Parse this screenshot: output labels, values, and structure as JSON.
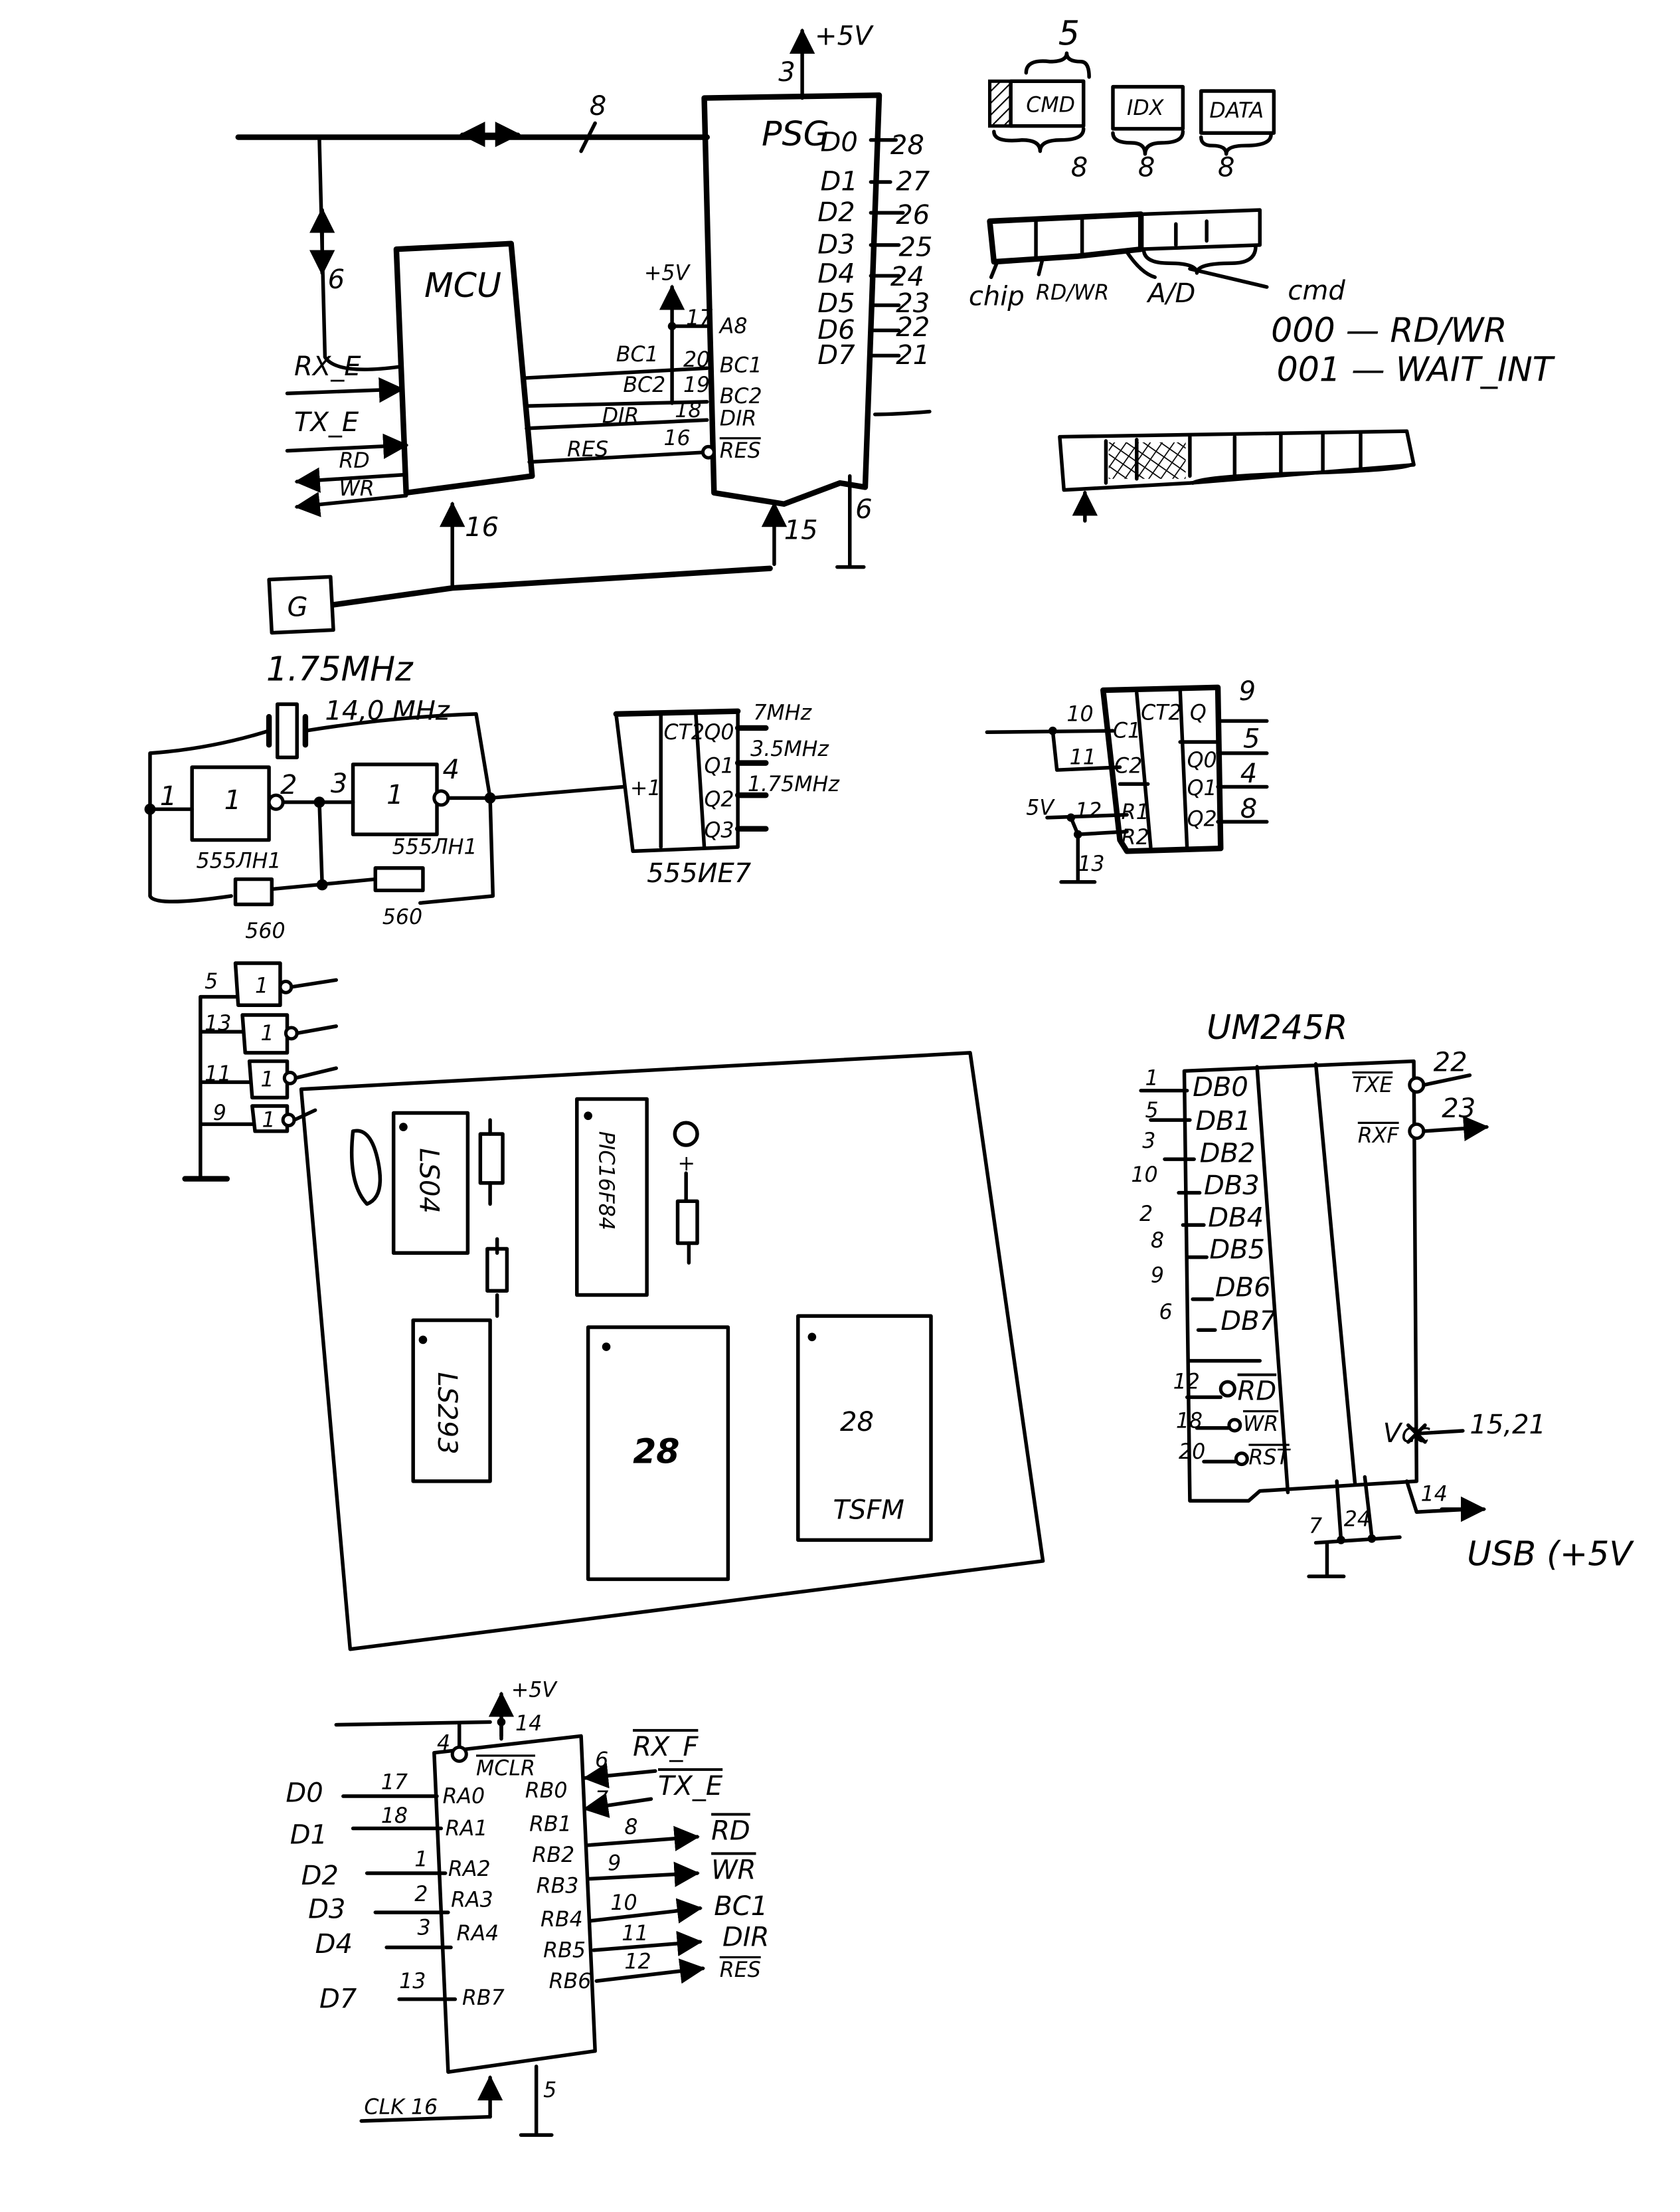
{
  "psg_section": {
    "bus_width": "8",
    "mcu_bus_width": "6",
    "mcu_label": "MCU",
    "mcu_inputs": [
      "RX_E",
      "TX_E"
    ],
    "mcu_outputs": [
      "RD",
      "WR"
    ],
    "mcu_clock_pin": "16",
    "psg_label": "PSG",
    "psg_vcc": "+5V",
    "psg_vcc_pin": "3",
    "psg_data": [
      {
        "name": "D0",
        "pin": "28"
      },
      {
        "name": "D1",
        "pin": "27"
      },
      {
        "name": "D2",
        "pin": "26"
      },
      {
        "name": "D3",
        "pin": "25"
      },
      {
        "name": "D4",
        "pin": "24"
      },
      {
        "name": "D5",
        "pin": "23"
      },
      {
        "name": "D6",
        "pin": "22"
      },
      {
        "name": "D7",
        "pin": "21"
      }
    ],
    "psg_ctrl": [
      {
        "name": "A8",
        "pin": "17"
      },
      {
        "name": "BC1",
        "pin": "20"
      },
      {
        "name": "BC2",
        "pin": "19"
      },
      {
        "name": "DIR",
        "pin": "18"
      },
      {
        "name": "RES",
        "pin": "16"
      }
    ],
    "ctrl_signal_labels": [
      "BC1",
      "BC2",
      "DIR",
      "RES"
    ],
    "a8_supply": "+5V",
    "psg_clock_pin": "15",
    "psg_gnd_pin": "6",
    "generator_label": "G"
  },
  "protocol": {
    "top_brace": "5",
    "fields": [
      "CMD",
      "IDX",
      "DATA"
    ],
    "field_widths": [
      "8",
      "8",
      "8"
    ],
    "byte_labels": [
      "chip",
      "RD/WR",
      "A/D",
      "cmd"
    ],
    "commands": [
      "000 — RD/WR",
      "001 — WAIT_INT"
    ]
  },
  "oscillator": {
    "title": "1.75MHz",
    "crystal": "14,0 MHz",
    "gate_symbol": "1",
    "pins": [
      "1",
      "2",
      "3",
      "4"
    ],
    "gate_chips": [
      "555ЛН1",
      "555ЛН1"
    ],
    "resistors": [
      "560",
      "560"
    ],
    "counter_chip": "555ИЕ7",
    "counter_label": "CT2",
    "counter_input": "+1",
    "counter_outputs": [
      "Q0",
      "Q1",
      "Q2",
      "Q3"
    ],
    "output_freqs": [
      "7MHz",
      "3.5MHz",
      "1.75MHz"
    ]
  },
  "divider": {
    "label": "CT2",
    "inputs": [
      "C1",
      "C2",
      "R1",
      "R2"
    ],
    "input_pins": [
      "10",
      "11",
      "12",
      "13"
    ],
    "supply": "5V",
    "outputs": [
      "Q",
      "Q0",
      "Q1",
      "Q2"
    ],
    "output_pins": [
      "9",
      "5",
      "4",
      "8"
    ]
  },
  "inverters": {
    "pins": [
      "5",
      "13",
      "11",
      "9"
    ],
    "symbol": "1"
  },
  "board": {
    "chips": [
      "LS04",
      "PIC16F84",
      "LS293",
      "28",
      "28",
      "TSFM"
    ],
    "led_plus": "+"
  },
  "um245r": {
    "title": "UM245R",
    "data_pins": [
      {
        "name": "DB0",
        "pin": "1"
      },
      {
        "name": "DB1",
        "pin": "5"
      },
      {
        "name": "DB2",
        "pin": "3"
      },
      {
        "name": "DB3",
        "pin": "10"
      },
      {
        "name": "DB4",
        "pin": "2"
      },
      {
        "name": "DB5",
        "pin": "8"
      },
      {
        "name": "DB6",
        "pin": "9"
      },
      {
        "name": "DB7",
        "pin": "6"
      }
    ],
    "ctrl_pins": [
      {
        "name": "RD",
        "pin": "12"
      },
      {
        "name": "WR",
        "pin": "18"
      },
      {
        "name": "RST",
        "pin": "20"
      }
    ],
    "status_pins": [
      {
        "name": "TXE",
        "pin": "22"
      },
      {
        "name": "RXF",
        "pin": "23"
      }
    ],
    "vcc": "Vcc",
    "vcc_pins": "15,21",
    "gnd_pins": [
      "7",
      "24"
    ],
    "usb_pin": "14",
    "usb_label": "USB (+5V"
  },
  "pic": {
    "supply": "+5V",
    "vdd_pin": "14",
    "mclr_pin": "4",
    "mclr": "MCLR",
    "left": [
      {
        "sig": "D0",
        "pin": "17",
        "port": "RA0"
      },
      {
        "sig": "D1",
        "pin": "18",
        "port": "RA1"
      },
      {
        "sig": "D2",
        "pin": "1",
        "port": "RA2"
      },
      {
        "sig": "D3",
        "pin": "2",
        "port": "RA3"
      },
      {
        "sig": "D4",
        "pin": "3",
        "port": "RA4"
      },
      {
        "sig": "D7",
        "pin": "13",
        "port": "RB7"
      }
    ],
    "right": [
      {
        "port": "RB0",
        "pin": "6",
        "sig": "RX_F"
      },
      {
        "port": "RB1",
        "pin": "7",
        "sig": "TX_E"
      },
      {
        "port": "RB2",
        "pin": "8",
        "sig": "RD"
      },
      {
        "port": "RB3",
        "pin": "9",
        "sig": "WR"
      },
      {
        "port": "RB4",
        "pin": "10",
        "sig": "BC1"
      },
      {
        "port": "RB5",
        "pin": "11",
        "sig": "DIR"
      },
      {
        "port": "RB6",
        "pin": "12",
        "sig": "RES"
      }
    ],
    "clk": "CLK 16",
    "gnd_pin": "5"
  }
}
